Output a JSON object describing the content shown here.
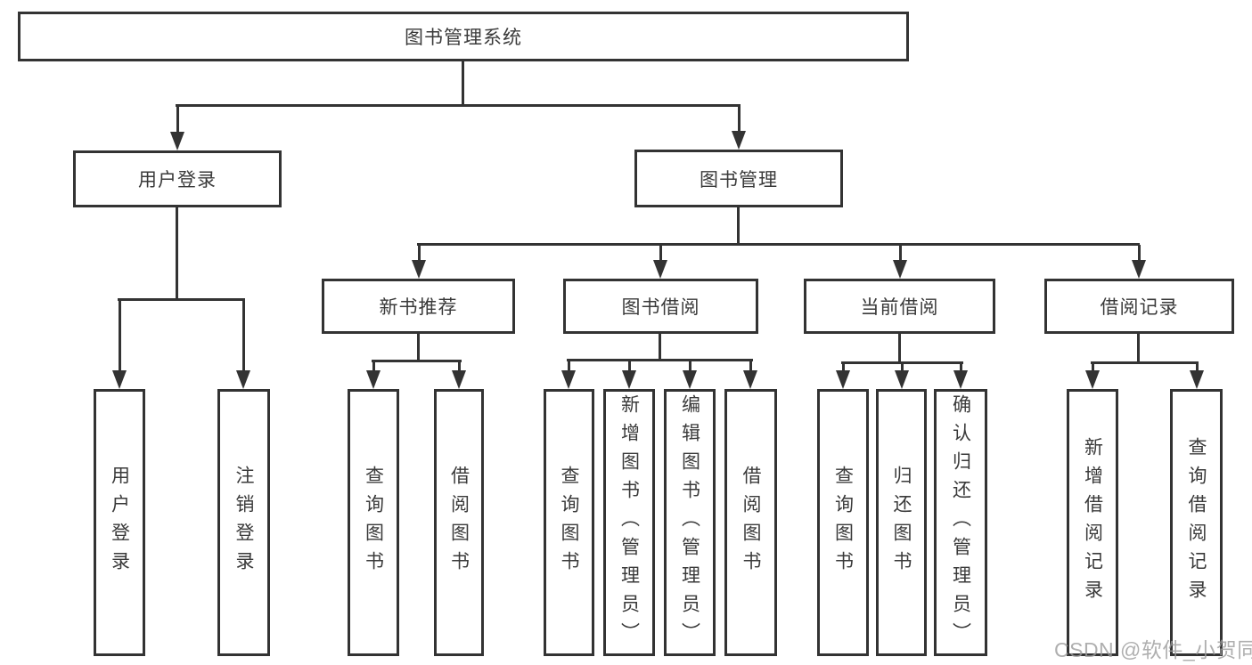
{
  "tree": {
    "label": "图书管理系统",
    "children": [
      {
        "label": "用户登录",
        "children": [
          {
            "label": "用户登录"
          },
          {
            "label": "注销登录"
          }
        ]
      },
      {
        "label": "图书管理",
        "children": [
          {
            "label": "新书推荐",
            "children": [
              {
                "label": "查询图书"
              },
              {
                "label": "借阅图书"
              }
            ]
          },
          {
            "label": "图书借阅",
            "children": [
              {
                "label": "查询图书"
              },
              {
                "label": "新增图书（管理员）"
              },
              {
                "label": "编辑图书（管理员）"
              },
              {
                "label": "借阅图书"
              }
            ]
          },
          {
            "label": "当前借阅",
            "children": [
              {
                "label": "查询图书"
              },
              {
                "label": "归还图书"
              },
              {
                "label": "确认归还（管理员）"
              }
            ]
          },
          {
            "label": "借阅记录",
            "children": [
              {
                "label": "新增借阅记录"
              },
              {
                "label": "查询借阅记录"
              }
            ]
          }
        ]
      }
    ]
  },
  "watermark": {
    "text": "CSDN @软件_小贺同学"
  },
  "colors": {
    "line": "#333333",
    "text": "#3a3a3a",
    "background": "#ffffff",
    "watermark": "#9b9b9b"
  }
}
